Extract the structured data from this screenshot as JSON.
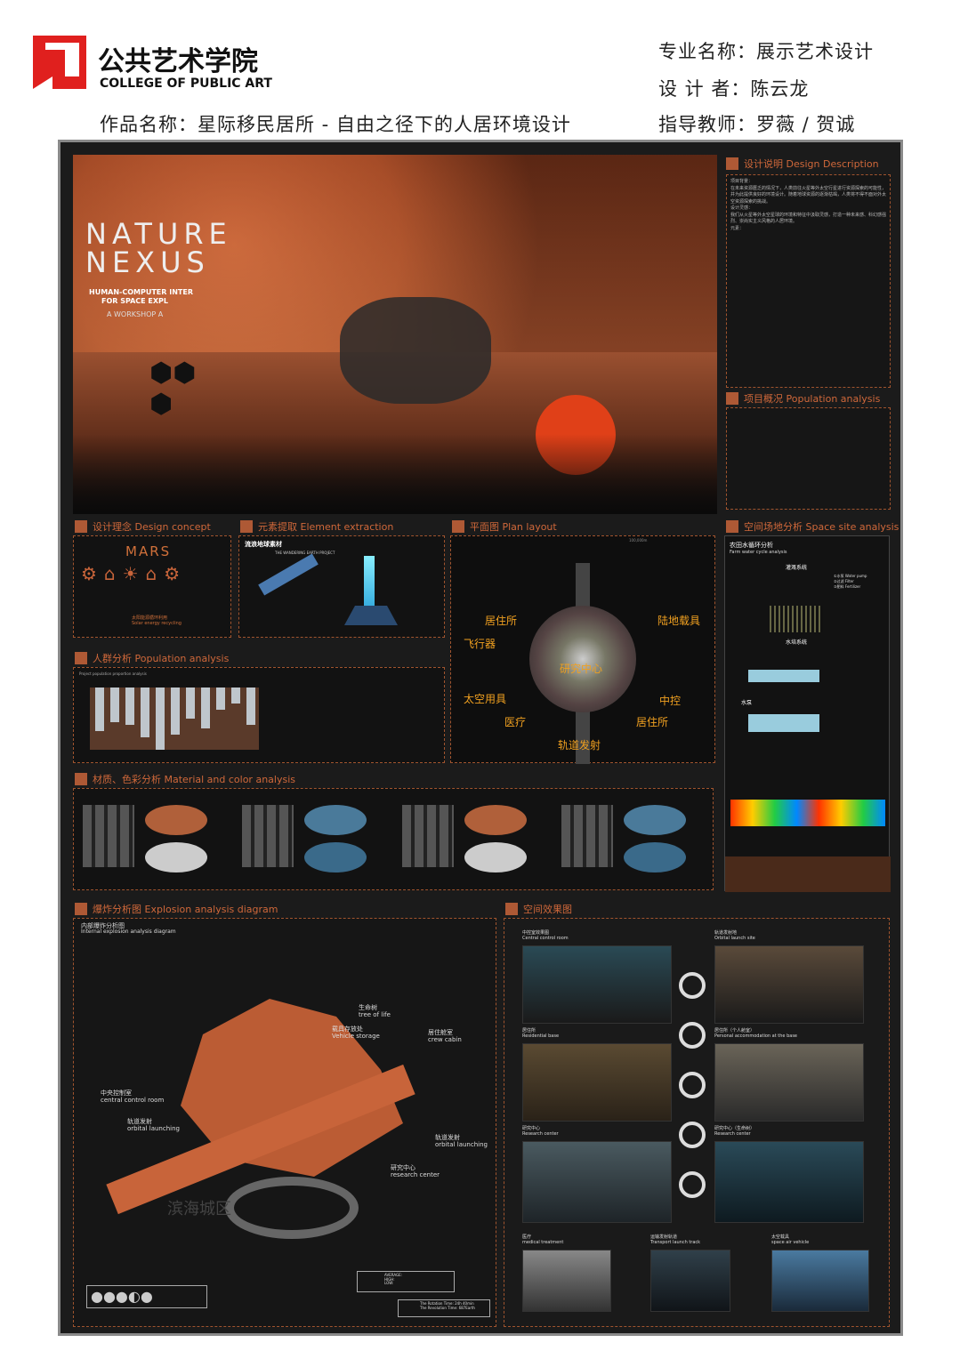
{
  "header": {
    "school_cn": "公共艺术学院",
    "school_en": "COLLEGE OF PUBLIC ART",
    "major": "专业名称：展示艺术设计",
    "designer": "设 计 者：陈云龙",
    "work_title": "作品名称：星际移民居所 - 自由之径下的人居环境设计",
    "advisors": "指导教师：罗薇 / 贺诚",
    "brand_color": "#e0201e"
  },
  "hero": {
    "title_line1": "NATURE",
    "title_line2": "NEXUS",
    "subtitle1": "HUMAN-COMPUTER INTER",
    "subtitle2": "FOR SPACE EXPL",
    "subtitle3": "A WORKSHOP A"
  },
  "sections": {
    "design_description": "设计说明  Design Description",
    "project_overview": "项目概况  Population analysis",
    "design_concept": "设计理念  Design concept",
    "element_extraction": "元素提取  Element extraction",
    "plan_layout": "平面图  Plan layout",
    "space_site": "空间场地分析  Space site analysis",
    "population": "人群分析  Population analysis",
    "material": "材质、色彩分析  Material and color analysis",
    "explosion": "爆炸分析图  Explosion analysis diagram",
    "space_effect": "空间效果图"
  },
  "description": {
    "p1_title": "项目背景：",
    "p1": "在未来资源匮乏的情况下，人类前往火星等外太空行星进行资源探索的可能性，并为此提供良好的环境设计。随着地球资源的逐渐枯竭，人类将不得不面对外太空资源探索的挑战。",
    "p2_title": "设计灵感：",
    "p2": "我们从火星等外太空星球的环境和特征中汲取灵感，打造一种未来感、科幻感强烈、崇尚实主义风格的人居环境。",
    "p3_title": "元素："
  },
  "concept": {
    "mars": "MARS",
    "solar": "太阳能源循环利用",
    "solar_en": "Solar energy recycling"
  },
  "element": {
    "title": "流浪地球素材",
    "sub": "THE WANDERING EARTH PROJECT"
  },
  "population_chart": {
    "caption": "Project population proportion analysis"
  },
  "plan": {
    "labels": [
      "居住所",
      "陆地载具",
      "飞行器",
      "研究中心",
      "太空用具",
      "中控",
      "医疗",
      "居住所",
      "轨道发射"
    ],
    "scale": "100,000m"
  },
  "site": {
    "title": "农田水循环分析",
    "title_en": "Farm water cycle analysis",
    "irrigation": "灌溉系统",
    "hydroponic": "水培系统",
    "pump": "水泵",
    "legend": [
      "①水泵 Water pump",
      "②过滤 Filter",
      "③肥料 Fertilizer"
    ]
  },
  "explosion": {
    "title": "内部爆炸分析图",
    "title_en": "Internal explosion analysis diagram",
    "labels": [
      {
        "cn": "生命树",
        "en": "tree of life"
      },
      {
        "cn": "载具存放处",
        "en": "Vehicle storage"
      },
      {
        "cn": "居住舱室",
        "en": "crew cabin"
      },
      {
        "cn": "中央控制室",
        "en": "central control room"
      },
      {
        "cn": "轨道发射",
        "en": "orbital launching"
      },
      {
        "cn": "轨道发射",
        "en": "orbital launching"
      },
      {
        "cn": "研究中心",
        "en": "research center"
      }
    ],
    "district": "滨海城区",
    "temps": {
      "average": "AVERAGE:",
      "high": "HIGH:",
      "low": "LOW:"
    },
    "rotation": "The Rotation Time:  24h 40min",
    "revolution": "The Revolution Time:  687Earth"
  },
  "renders": [
    {
      "cn": "中控室效果图",
      "en": "Central control room"
    },
    {
      "cn": "轨道发射地",
      "en": "Orbital launch site"
    },
    {
      "cn": "居住所",
      "en": "Residential base"
    },
    {
      "cn": "居住所（个人舱室）",
      "en": "Personal accommodation at the base"
    },
    {
      "cn": "研究中心",
      "en": "Research center"
    },
    {
      "cn": "研究中心（生命树）",
      "en": "Research center"
    },
    {
      "cn": "医疗",
      "en": "medical treatment"
    },
    {
      "cn": "运输发射轨道",
      "en": "Transport launch track"
    },
    {
      "cn": "太空载具",
      "en": "space air vehicle"
    }
  ]
}
